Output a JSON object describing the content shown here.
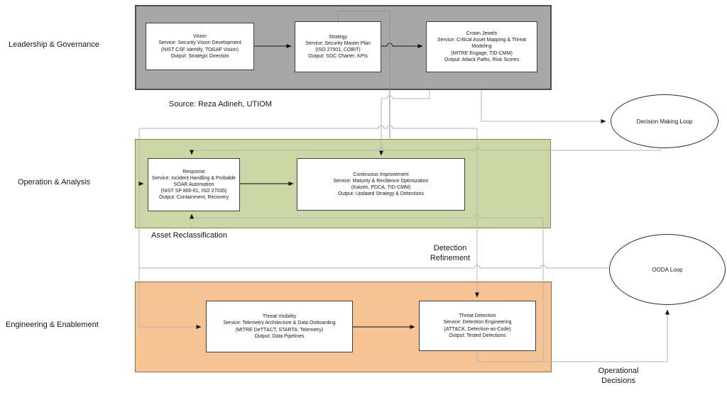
{
  "diagram": {
    "source_note": "Source: Reza Adineh, UTIOM",
    "bands": [
      {
        "id": "leadership",
        "label": "Leadership & Governance",
        "fill": "#a7a7a7"
      },
      {
        "id": "operation",
        "label": "Operation & Analysis",
        "fill": "#cbd8a6"
      },
      {
        "id": "engineering",
        "label": "Engineering & Enablement",
        "fill": "#f6c494"
      }
    ],
    "boxes": {
      "vision": {
        "title": "Vision",
        "service": "Service: Security Vision Development",
        "frameworks": "(NIST CSF Identify, TOGAF Vision)",
        "output": "Output: Strategic Direction"
      },
      "strategy": {
        "title": "Strategy",
        "service": "Service: Security Master Plan",
        "frameworks": "(ISO 27001, COBIT)",
        "output": "Output: SOC Charter, KPIs"
      },
      "crown_jewels": {
        "title": "Crown Jewels",
        "service": "Service: Critical Asset Mapping & Threat Modeling",
        "frameworks": "(MITRE Engage, TID-CMM)",
        "output": "Output: Attack Paths, Risk Scores"
      },
      "response": {
        "title": "Response",
        "service": "Service: Incident Handling & Probable SOAR Automation",
        "frameworks": "(NIST SP 800-61, ISO 27035)",
        "output": "Output: Containment, Recovery"
      },
      "continuous_improvement": {
        "title": "Continuous Improvement",
        "service": "Service: Maturity & Recilience Optimization",
        "frameworks": "(Kaizen, PDCA, TID-CMM)",
        "output": "Output: Updated Strategy & Detections"
      },
      "threat_visibility": {
        "title": "Threat Visibility",
        "service": "Service: Telemetry Architecture & Data Onboarding",
        "frameworks": "(MITRE DeTT&CT, STARTA: Telemetry)",
        "output": "Output: Data Pipelines"
      },
      "threat_detection": {
        "title": "Threat Detection",
        "service": "Service: Detection Engineering",
        "frameworks": "(ATT&CK, Detection-as-Code)",
        "output": "Output: Tested Detections"
      }
    },
    "loops": {
      "decision_making": "Decision Making Loop",
      "ooda": "OODA Loop"
    },
    "flow_labels": {
      "asset_reclassification": "Asset Reclassification",
      "detection_refinement": "Detection Refinement",
      "operational_decisions": "Operational Decisions"
    }
  }
}
